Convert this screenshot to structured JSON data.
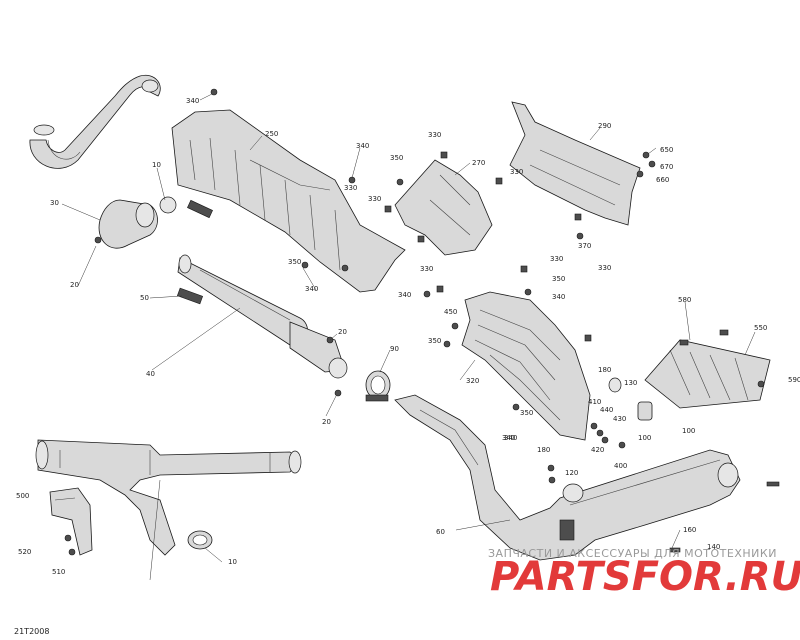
{
  "diagram": {
    "code": "21T2008",
    "callouts": [
      "340",
      "250",
      "10",
      "30",
      "20",
      "50",
      "40",
      "20",
      "90",
      "20",
      "340",
      "350",
      "340",
      "330",
      "350",
      "330",
      "270",
      "330",
      "330",
      "290",
      "650",
      "670",
      "660",
      "370",
      "330",
      "330",
      "350",
      "340",
      "340",
      "450",
      "350",
      "330",
      "320",
      "580",
      "550",
      "590",
      "180",
      "130",
      "410",
      "440",
      "430",
      "350",
      "340",
      "100",
      "420",
      "400",
      "100",
      "180",
      "120",
      "500",
      "520",
      "510",
      "10",
      "60",
      "160",
      "140",
      "340"
    ]
  },
  "watermark": {
    "caption": "ЗАПЧАСТИ И АКСЕССУАРЫ ДЛЯ МОТОТЕХНИКИ",
    "logo": "PARTSFOR.RU",
    "color": "#e23a3a",
    "caption_color": "#999999"
  }
}
